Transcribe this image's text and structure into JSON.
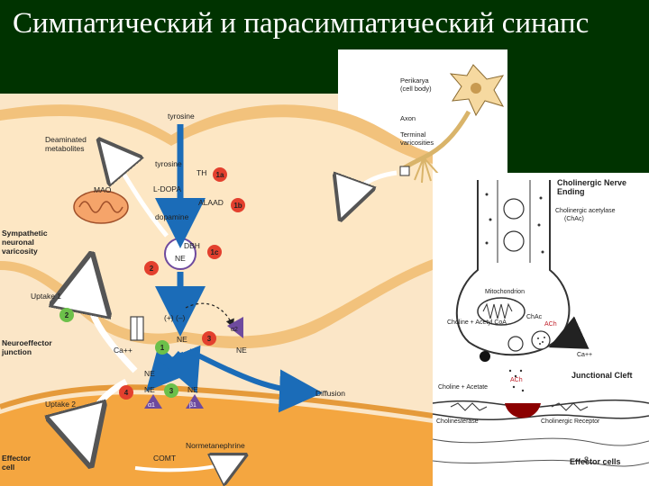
{
  "slide": {
    "title": "Симпатический и парасимпатический синапс",
    "page_number": "8"
  },
  "neuron_inset": {
    "labels": [
      "Perikarya",
      "(cell body)",
      "Axon",
      "Terminal",
      "varicosities"
    ]
  },
  "sympathetic": {
    "side_labels": [
      "Deaminated",
      "metabolites",
      "MAO",
      "Sympathetic",
      "neuronal",
      "varicosity",
      "Uptake 1",
      "Neuroeffector",
      "junction",
      "Uptake 2",
      "Effector",
      "cell"
    ],
    "pathway": {
      "tyrosine_top": "tyrosine",
      "tyrosine": "tyrosine",
      "dopa": "L-DOPA",
      "dopamine": "dopamine",
      "dbh": "DBH",
      "ne_vesicle": "NE",
      "ne_cleft": "NE",
      "ne_junction": "NE",
      "ne_alpha": "NE",
      "ne_beta": "NE",
      "ne_presynaptic": "NE",
      "ca": "Ca++",
      "feedback": "(+)  (–)",
      "alpha2": "α2",
      "alpha1": "α1",
      "beta1": "β1",
      "diffusion": "Diffusion",
      "comt": "COMT",
      "normetanephrine": "Normetanephrine"
    },
    "enzymes": {
      "th": "TH",
      "alaad": "ALAAD"
    },
    "badges": {
      "b1a": "1a",
      "b1b": "1b",
      "b1c": "1c",
      "b2_top": "2",
      "b2_green": "2",
      "b1_green": "1",
      "b3_red": "3",
      "b3_green": "3",
      "b4": "4"
    }
  },
  "cholinergic": {
    "title_line1": "Cholinergic Nerve",
    "title_line2": "Ending",
    "chat_line1": "Cholinergic acetylase",
    "chat_line2": "(ChAc)",
    "mitochondrion": "Mitochondrion",
    "reaction": "Choline + Acetyl CoA",
    "chac": "ChAc",
    "ach_vesicle": "ACh",
    "ca": "Ca++",
    "junctional_cleft": "Junctional Cleft",
    "ach_cleft": "ACh",
    "choline_acetate": "Choline + Acetate",
    "cholinesterase": "Cholinesterase",
    "receptor": "Cholinergic Receptor",
    "effector_cells": "Effector cells"
  },
  "colors": {
    "background": "#003300",
    "membrane": "#f2c27c",
    "cytoplasm": "#fde7c4",
    "arrow_blue": "#1b6cb8",
    "badge_red": "#e3402e",
    "badge_green": "#6cc04a",
    "receptor_purple": "#6e4a9e",
    "effector": "#f4a640",
    "ach_receptor": "#8b0000"
  }
}
